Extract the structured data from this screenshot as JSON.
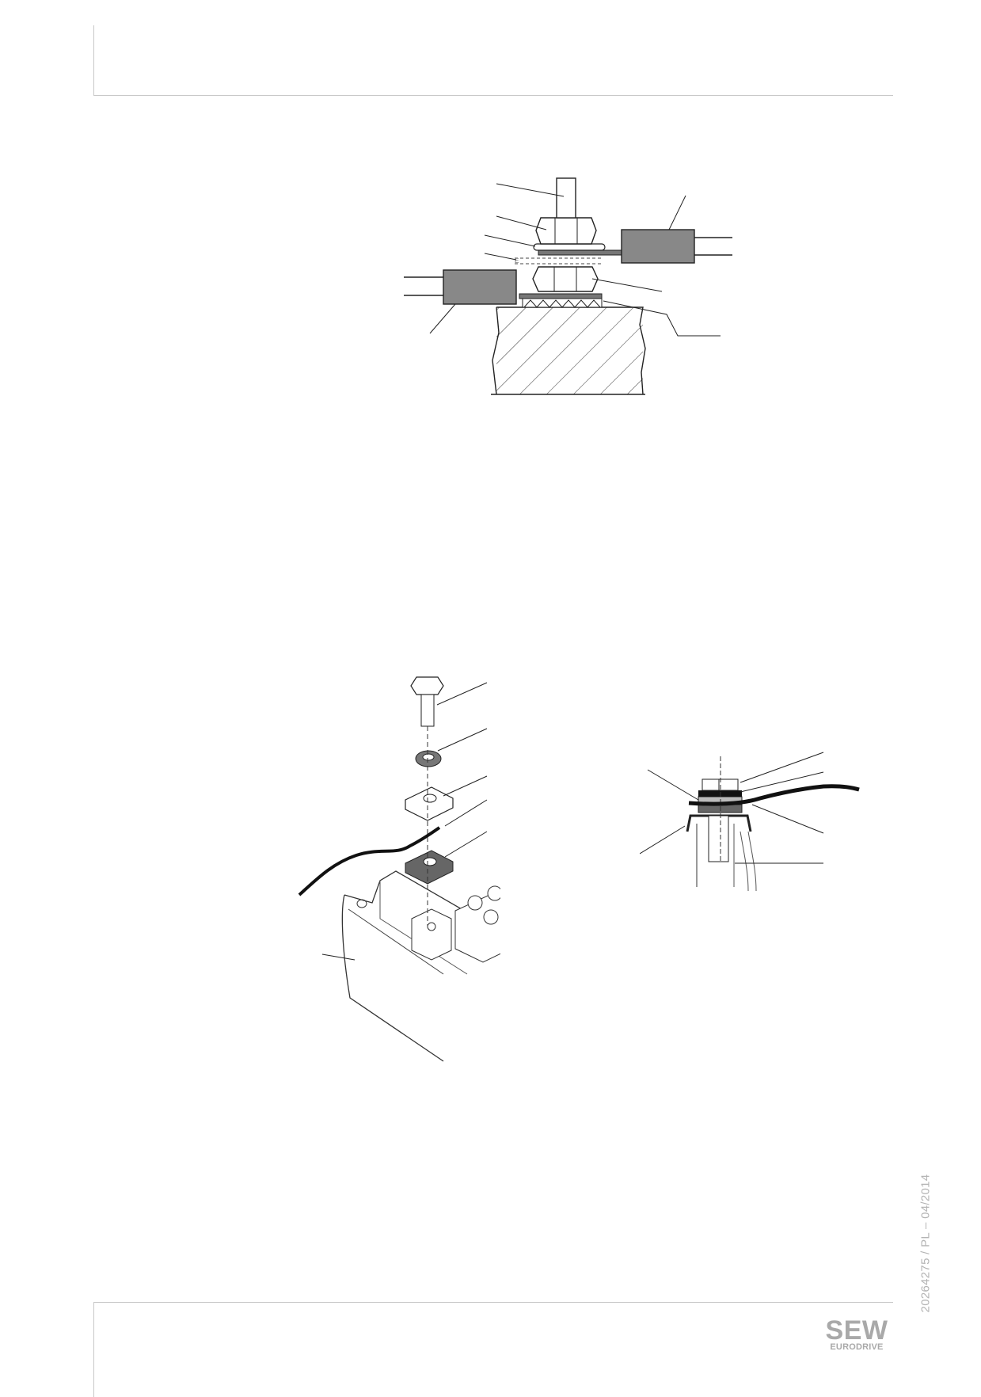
{
  "document_code": "20264275 / PL – 04/2014",
  "logo": {
    "brand": "SEW",
    "sub": "EURODRIVE"
  }
}
